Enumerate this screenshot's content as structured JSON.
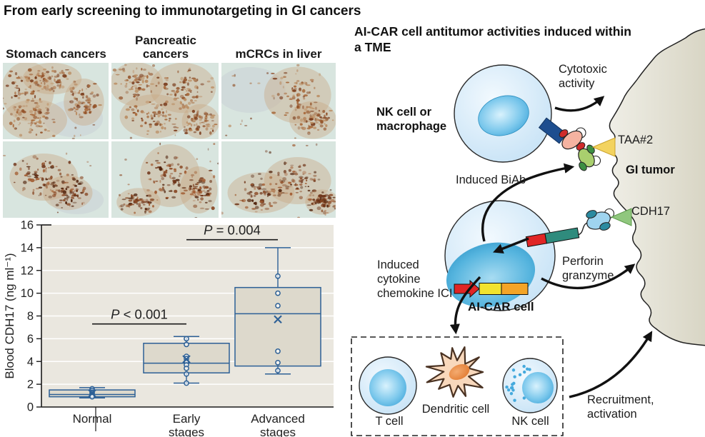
{
  "figure": {
    "title": "From early screening to immunotargeting in GI cancers"
  },
  "histology": {
    "columns": [
      {
        "label": "Stomach cancers"
      },
      {
        "label": "Pancreatic cancers"
      },
      {
        "label": "mCRCs in liver"
      }
    ],
    "rows": 2,
    "stain_colors": {
      "background": "#d8e5df",
      "stain": "#8a4a26"
    }
  },
  "chart_data": {
    "type": "box",
    "title": "",
    "xlabel": "",
    "ylabel": "Blood CDH17 (ng ml⁻¹)",
    "ylim": [
      0,
      16
    ],
    "ytick_step": 2,
    "grid": true,
    "background": "#eae7df",
    "box_fill": "#ddd9cc",
    "accent": "#2d6096",
    "categories": [
      [
        "Normal"
      ],
      [
        "Early",
        "stages"
      ],
      [
        "Advanced",
        "stages"
      ]
    ],
    "series": [
      {
        "name": "Normal",
        "whisker_low": 0.8,
        "q1": 0.9,
        "median": 1.1,
        "q3": 1.5,
        "whisker_high": 1.7,
        "mean": 1.2,
        "points": [
          1.6,
          1.45,
          1.3,
          1.2,
          1.1,
          1.0,
          0.9
        ]
      },
      {
        "name": "Early stages",
        "whisker_low": 2.1,
        "q1": 3.0,
        "median": 3.85,
        "q3": 5.6,
        "whisker_high": 6.2,
        "mean": 4.2,
        "points": [
          6.0,
          5.5,
          4.45,
          4.25,
          4.0,
          3.7,
          3.4,
          2.9,
          2.1
        ]
      },
      {
        "name": "Advanced stages",
        "whisker_low": 2.9,
        "q1": 3.6,
        "median": 8.2,
        "q3": 10.5,
        "whisker_high": 14.0,
        "mean": 7.7,
        "points": [
          11.5,
          10.0,
          8.9,
          4.9,
          3.9,
          3.2
        ]
      }
    ],
    "annotations": [
      {
        "label": "P < 0.001",
        "between": [
          0,
          1
        ],
        "line_y": 7.3
      },
      {
        "label": "P = 0.004",
        "between": [
          1,
          2
        ],
        "line_y": 14.7
      }
    ]
  },
  "diagram": {
    "title": "AI-CAR cell antitumor activities induced within a TME",
    "labels": {
      "nk_macrophage": "NK cell or macrophage",
      "cytotoxic": "Cytotoxic activity",
      "taa2": "TAA#2",
      "gi_tumor": "GI tumor",
      "induced_biab": "Induced BiAb",
      "cdh17": "CDH17",
      "perforin": "Perforin granzyme",
      "induced_cytokine": "Induced cytokine chemokine ICI",
      "aicar_cell": "AI-CAR cell",
      "t_cell": "T cell",
      "dendritic_cell": "Dendritic cell",
      "nk_cell": "NK cell",
      "recruitment": "Recruitment, activation"
    }
  }
}
